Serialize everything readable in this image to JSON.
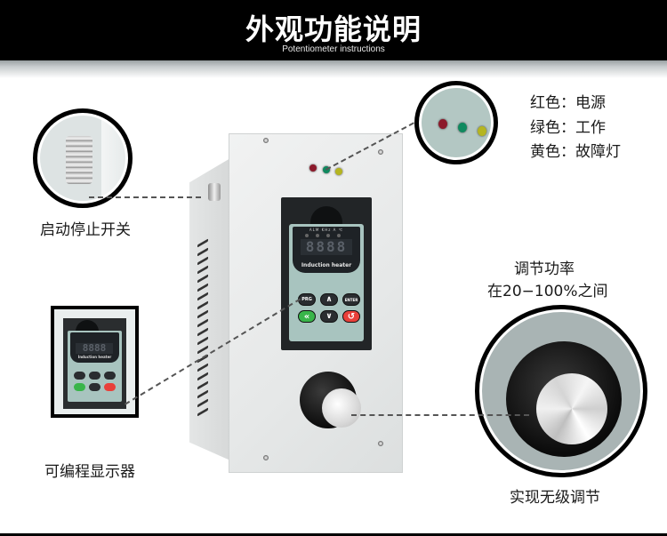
{
  "header": {
    "title": "外观功能说明",
    "subtitle": "Potentiometer instructions"
  },
  "callouts": {
    "indicator_lights": {
      "lines": [
        {
          "label": "红色：电源",
          "color": "#8c1a2b"
        },
        {
          "label": "绿色：工作",
          "color": "#0f8a5f"
        },
        {
          "label": "黄色：故障灯",
          "color": "#a8a818"
        }
      ]
    },
    "start_stop_switch": {
      "label": "启动停止开关"
    },
    "programmable_display": {
      "label": "可编程显示器"
    },
    "power_adjust": {
      "title": "调节功率",
      "range": "在20−100%之间",
      "caption": "实现无级调节"
    }
  },
  "device": {
    "panel": {
      "indicator_labels": "ALM KHz A ℃",
      "display_value": "8888",
      "brand": "Induction heater",
      "keys": [
        {
          "label": "PRG",
          "style": "dark"
        },
        {
          "label": "∧",
          "style": "dark"
        },
        {
          "label": "ENTER",
          "style": "dark"
        },
        {
          "label": "«",
          "style": "green"
        },
        {
          "label": "∨",
          "style": "dark"
        },
        {
          "label": "↺",
          "style": "red"
        }
      ]
    },
    "leds": [
      {
        "name": "power",
        "color": "#8c1a2b"
      },
      {
        "name": "work",
        "color": "#0f8a5f"
      },
      {
        "name": "fault",
        "color": "#b5b520"
      }
    ]
  }
}
